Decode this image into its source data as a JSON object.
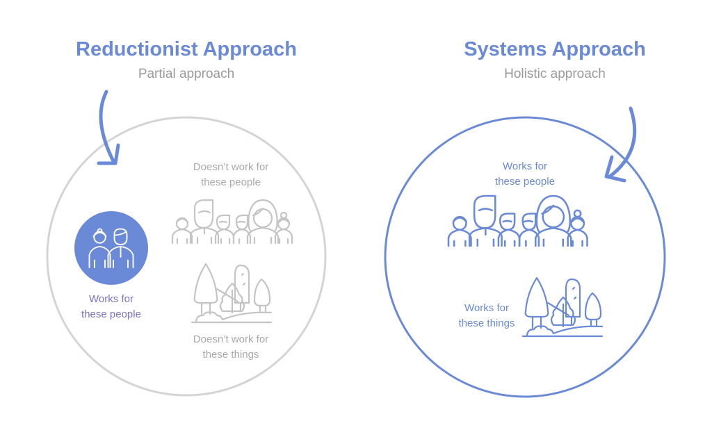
{
  "left": {
    "title": "Reductionist Approach",
    "subtitle": "Partial approach",
    "people_not_label": [
      "Doesn’t work for",
      "these people"
    ],
    "people_works_label": [
      "Works for",
      "these people"
    ],
    "things_not_label": [
      "Doesn’t work for",
      "these things"
    ]
  },
  "right": {
    "title": "Systems Approach",
    "subtitle": "Holistic approach",
    "people_label": [
      "Works for",
      "these people"
    ],
    "things_label": [
      "Works for",
      "these things"
    ]
  },
  "colors": {
    "accent": "#6a8ad8",
    "muted": "#c9c9c9",
    "purple": "#7b72c4"
  }
}
